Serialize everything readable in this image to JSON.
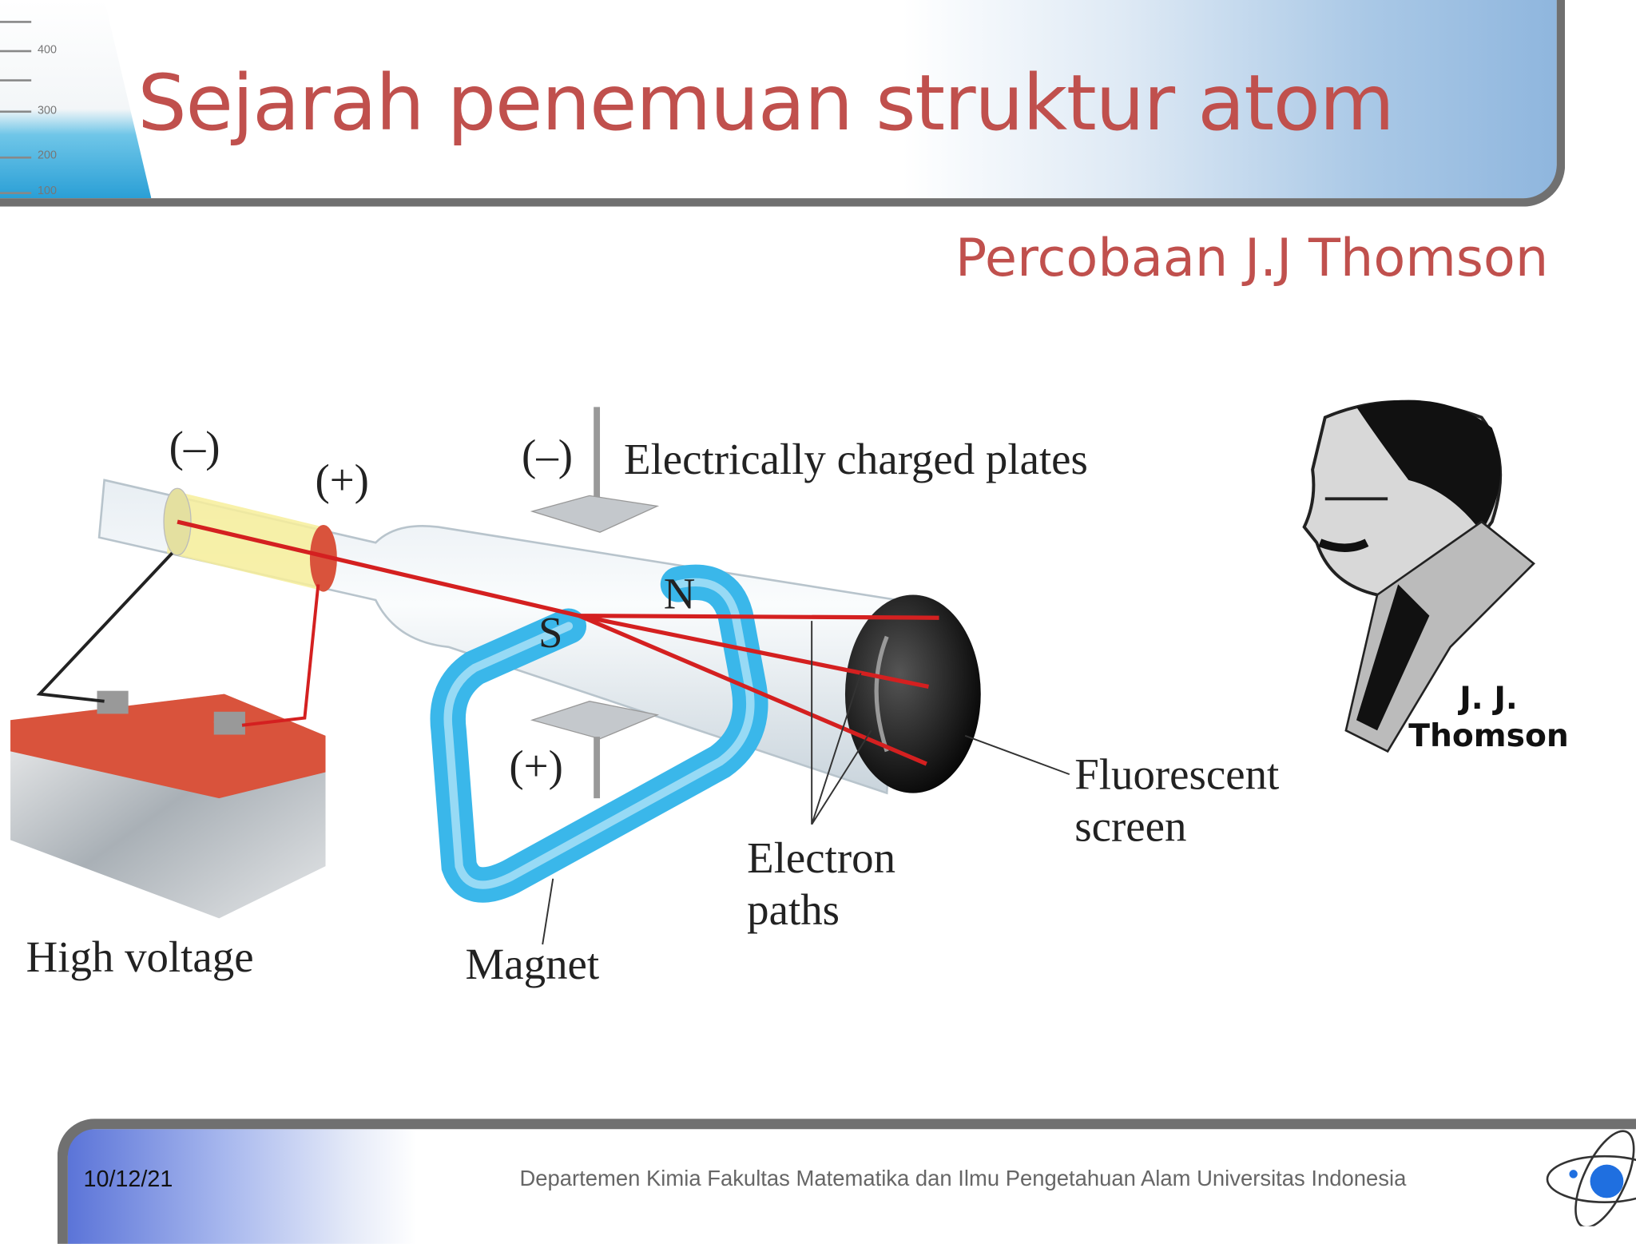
{
  "slide": {
    "title": "Sejarah penemuan struktur atom",
    "subtitle": "Percobaan J.J Thomson"
  },
  "header_decor": {
    "beaker_marks": [
      "400",
      "300",
      "200",
      "100"
    ]
  },
  "diagram": {
    "labels": {
      "cathode_sign": "(–)",
      "anode_sign": "(+)",
      "top_plate_sign": "(–)",
      "bottom_plate_sign": "(+)",
      "plates": "Electrically charged plates",
      "magnet_n": "N",
      "magnet_s": "S",
      "high_voltage": "High voltage",
      "magnet": "Magnet",
      "electron_paths_1": "Electron",
      "electron_paths_2": "paths",
      "screen_1": "Fluorescent",
      "screen_2": "screen"
    },
    "colors": {
      "ray": "#d42020",
      "magnet": "#33b5ea",
      "battery_top": "#d9533c"
    }
  },
  "portrait": {
    "caption_1": "J. J.",
    "caption_2": "Thomson"
  },
  "footer": {
    "date": "10/12/21",
    "department": "Departemen Kimia Fakultas Matematika dan Ilmu Pengetahuan Alam Universitas Indonesia"
  }
}
